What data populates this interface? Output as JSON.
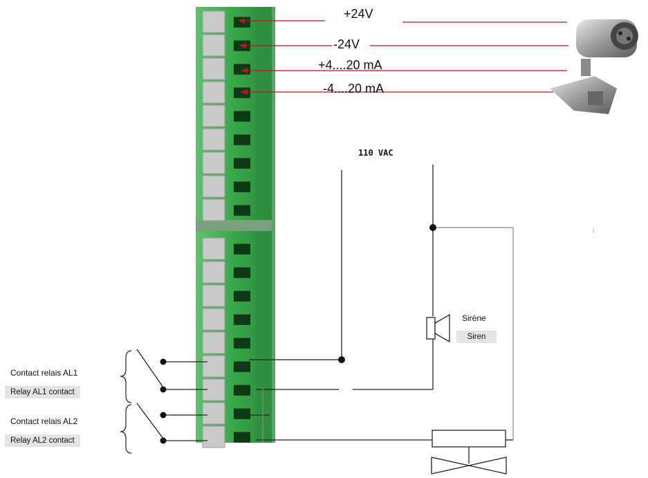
{
  "power_labels": {
    "plus24": "+24V",
    "minus24": "-24V",
    "plus420": "+4....20 mA",
    "minus420": "-4....20 mA"
  },
  "supply_label": "110 VAC",
  "siren": {
    "fr": "Sirène",
    "en": "Siren"
  },
  "relay1": {
    "fr": "Contact relais AL1",
    "en": "Relay AL1 contact"
  },
  "relay2": {
    "fr": "Contact relais AL2",
    "en": "Relay AL2 contact"
  },
  "colors": {
    "wire_red": "#c0141c",
    "wire_black": "#222222",
    "terminal_green": "#3aa64a",
    "wire_gray": "#888888"
  }
}
